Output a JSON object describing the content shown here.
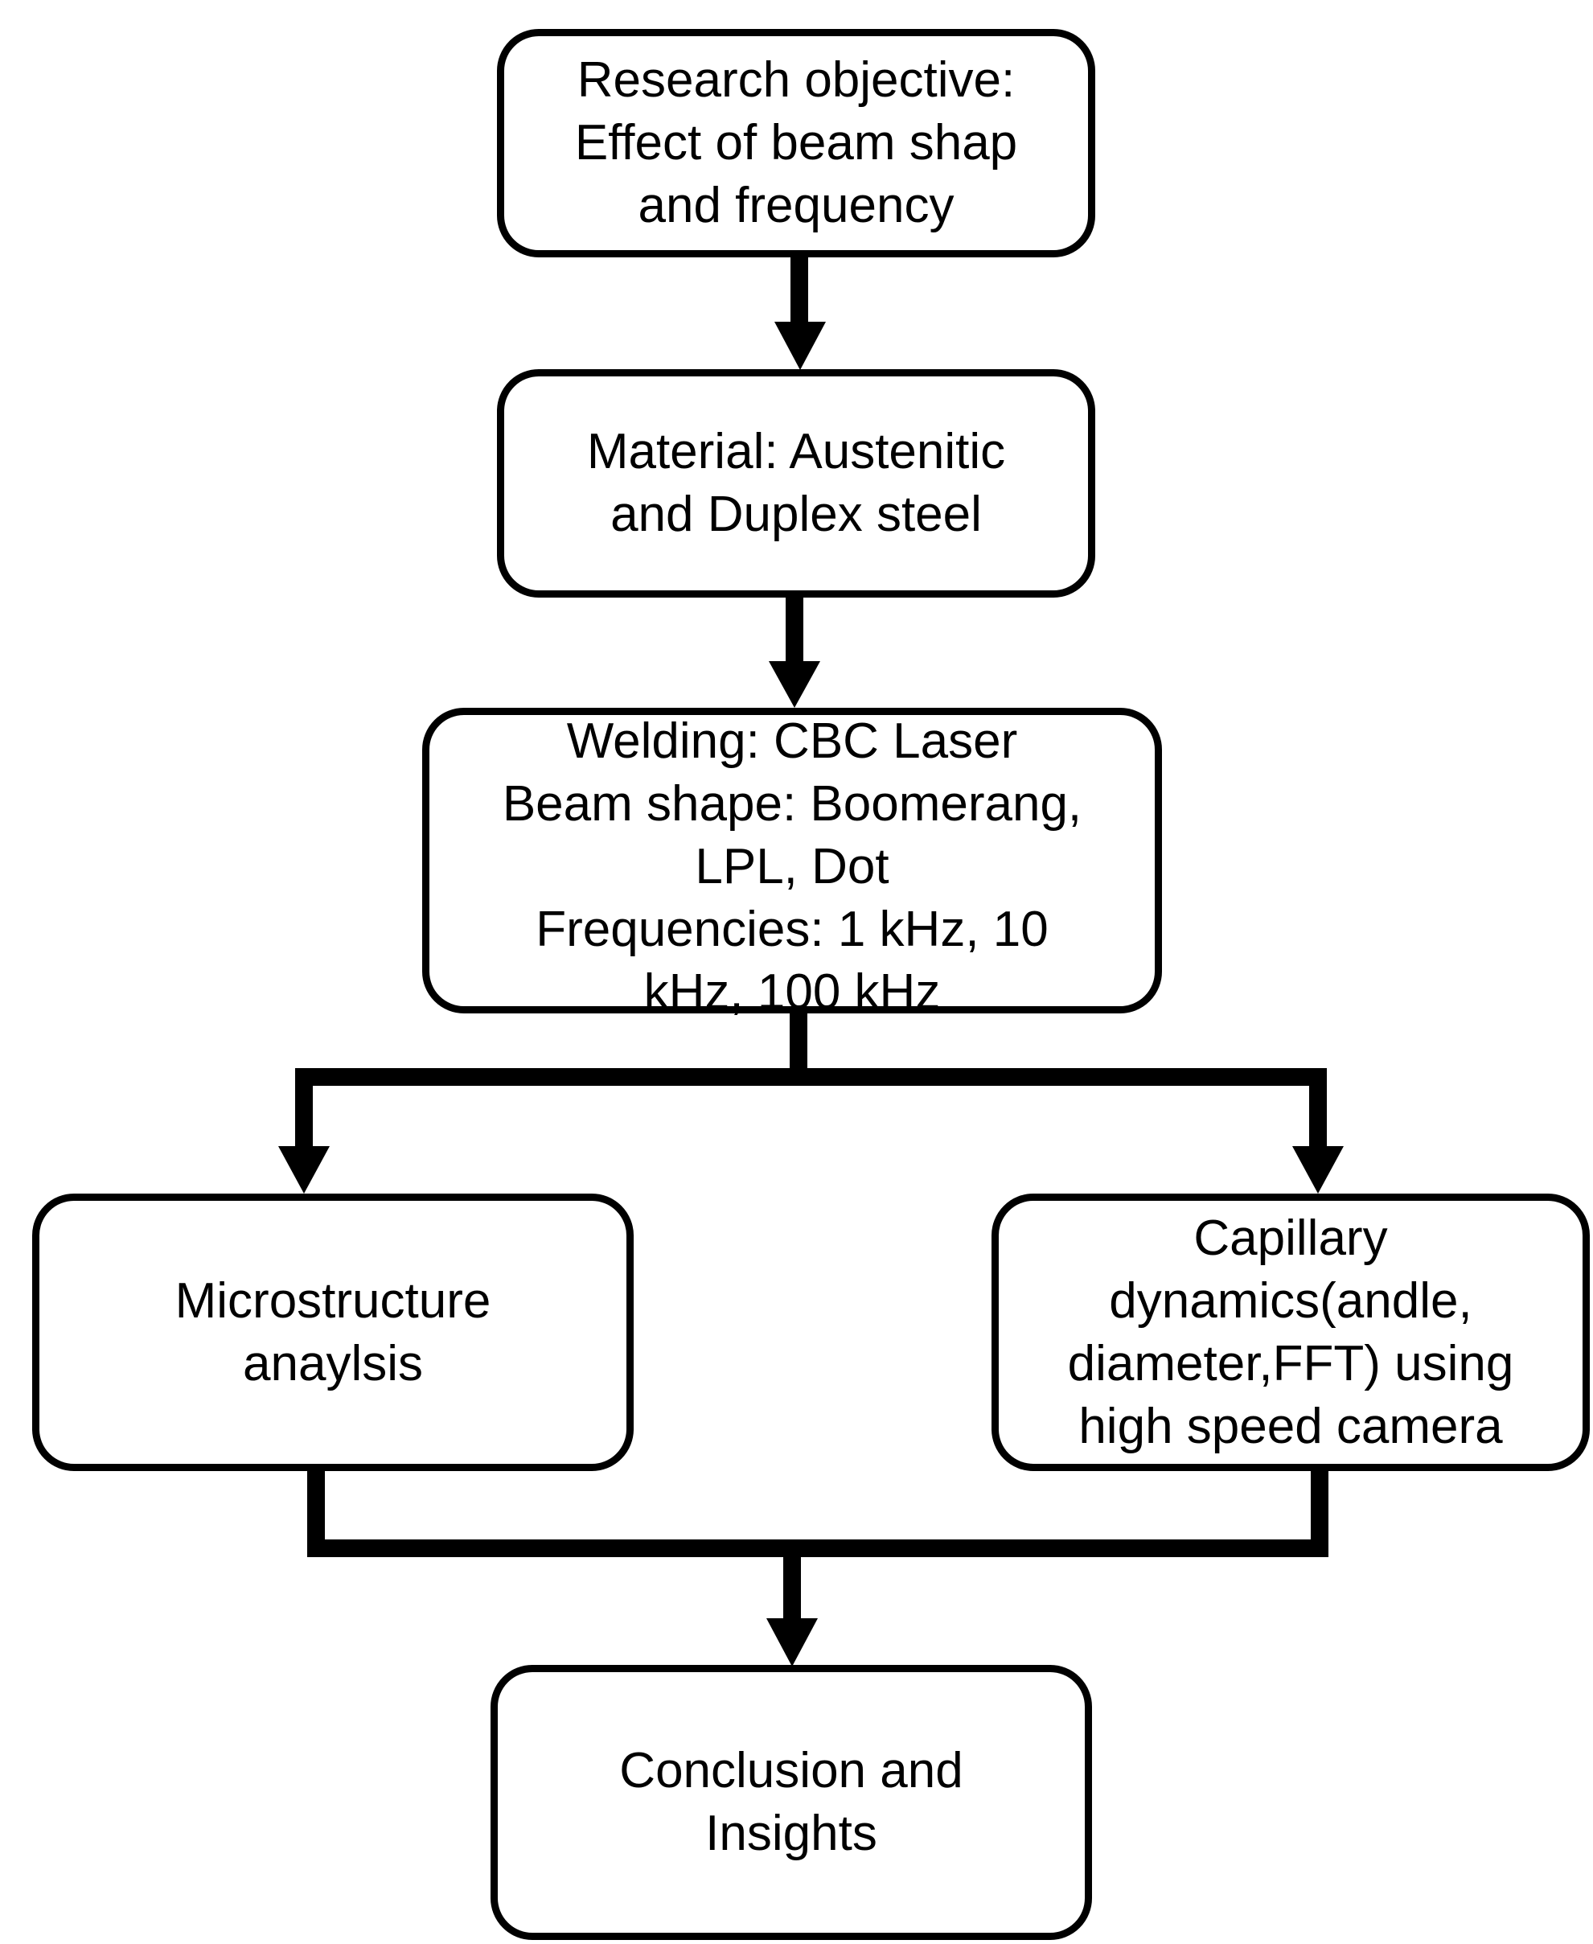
{
  "diagram": {
    "nodes": [
      {
        "id": "research-objective",
        "lines": [
          "Research objective:",
          "Effect of beam shap",
          "and frequency"
        ]
      },
      {
        "id": "material",
        "lines": [
          "Material: Austenitic",
          "and Duplex steel"
        ]
      },
      {
        "id": "welding",
        "lines": [
          "Welding: CBC Laser",
          "Beam shape: Boomerang,",
          "LPL, Dot",
          "Frequencies: 1 kHz, 10",
          "kHz, 100 kHz"
        ]
      },
      {
        "id": "microstructure",
        "lines": [
          "Microstructure",
          "anaylsis"
        ]
      },
      {
        "id": "capillary",
        "lines": [
          "Capillary",
          "dynamics(andle,",
          "diameter,FFT) using",
          "high speed camera"
        ]
      },
      {
        "id": "conclusion",
        "lines": [
          "Conclusion and",
          "Insights"
        ]
      }
    ],
    "edges": [
      {
        "from": "research-objective",
        "to": "material"
      },
      {
        "from": "material",
        "to": "welding"
      },
      {
        "from": "welding",
        "to": "microstructure"
      },
      {
        "from": "welding",
        "to": "capillary"
      },
      {
        "from": "microstructure",
        "to": "conclusion"
      },
      {
        "from": "capillary",
        "to": "conclusion"
      }
    ],
    "colors": {
      "stroke": "#000000",
      "fill": "#ffffff",
      "text": "#000000"
    }
  }
}
